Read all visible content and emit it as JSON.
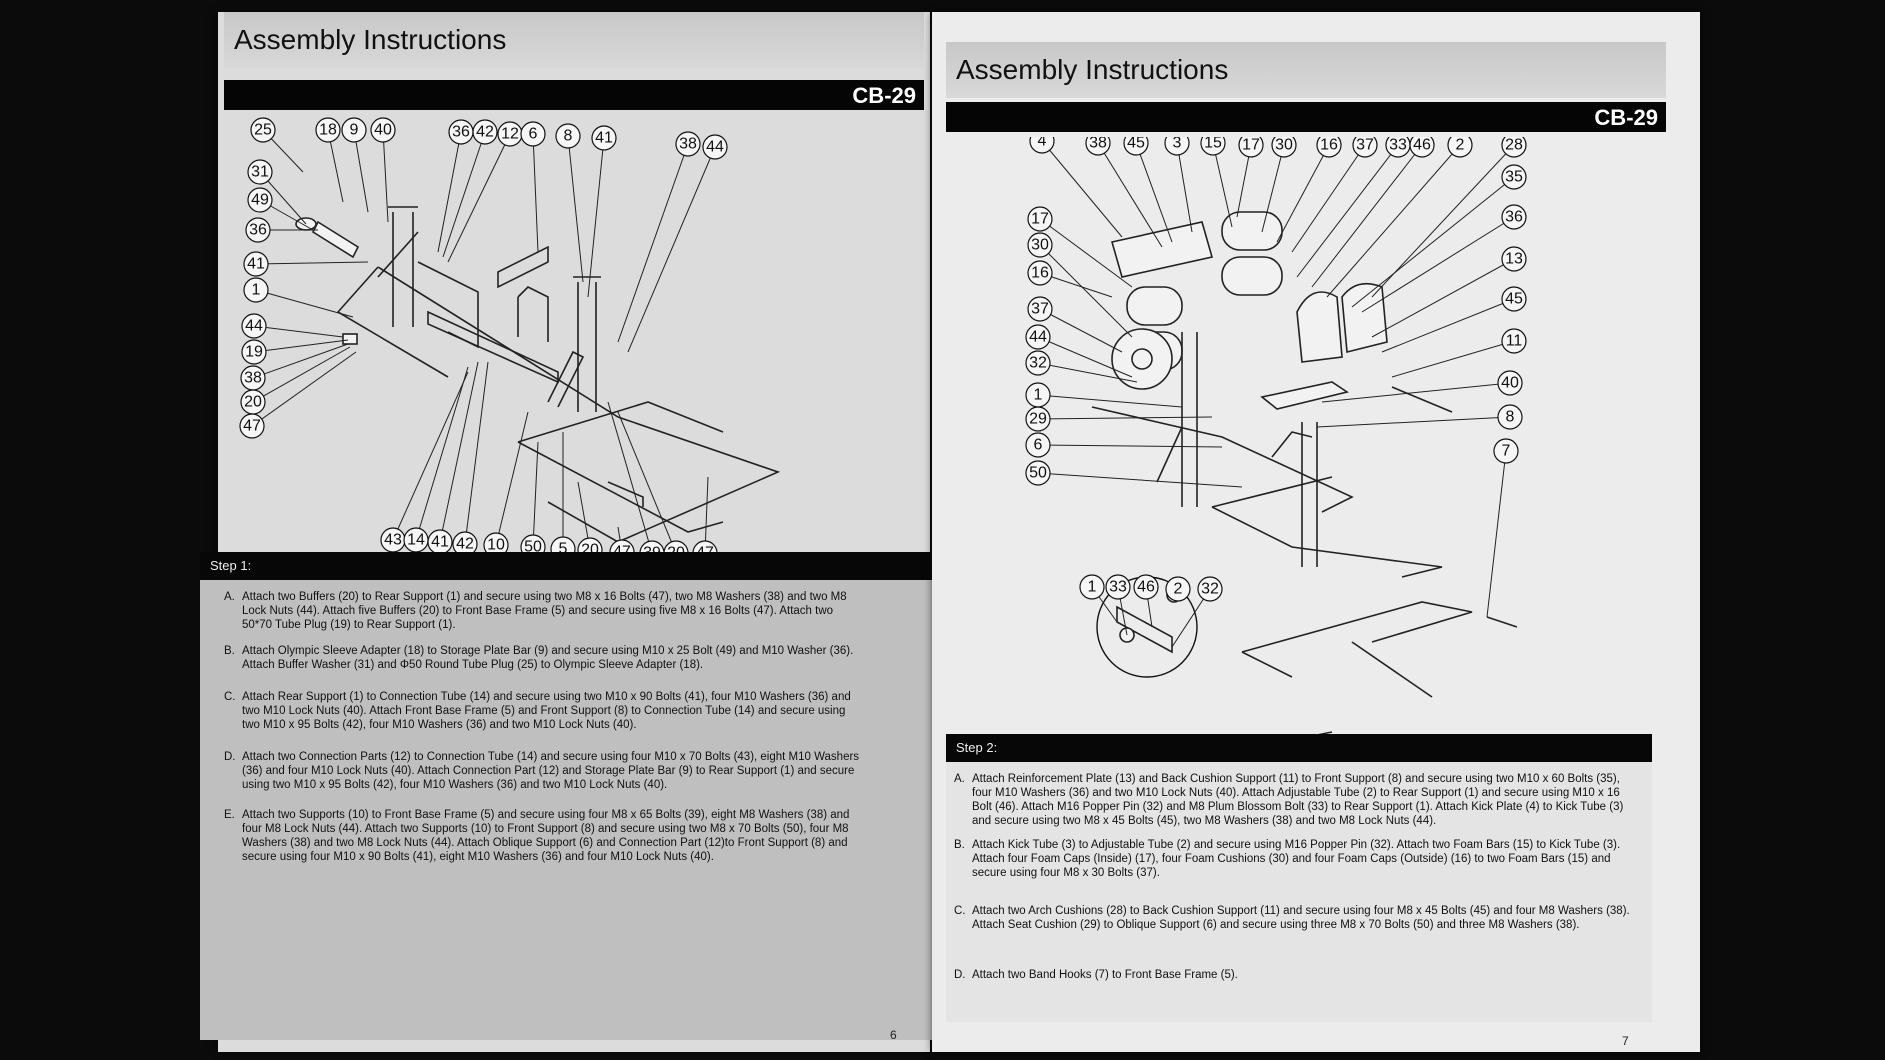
{
  "manual": {
    "section_title": "Assembly Instructions",
    "model": "CB-29"
  },
  "left_page": {
    "callouts_top": [
      "25",
      "18",
      "9",
      "40",
      "36",
      "42",
      "12",
      "6",
      "8",
      "41",
      "38",
      "44"
    ],
    "callouts_left": [
      "31",
      "49",
      "36",
      "41",
      "1",
      "44",
      "19",
      "38",
      "20",
      "47"
    ],
    "callouts_bottom": [
      "43",
      "14",
      "41",
      "42",
      "10",
      "50",
      "5",
      "20",
      "47",
      "39",
      "20",
      "47"
    ],
    "step_title": "Step 1:",
    "instructions": [
      {
        "key": "A.",
        "text": "Attach two Buffers (20) to Rear Support (1) and secure using two M8 x 16 Bolts (47), two M8 Washers (38) and two M8 Lock Nuts (44). Attach five Buffers (20) to Front Base Frame (5) and secure using five M8 x 16 Bolts (47). Attach two 50*70 Tube Plug (19) to Rear Support (1)."
      },
      {
        "key": "B.",
        "text": "Attach Olympic Sleeve Adapter (18) to Storage Plate Bar (9) and secure using M10 x 25 Bolt (49) and  M10 Washer (36). Attach Buffer Washer (31) and Φ50 Round Tube Plug (25) to Olympic Sleeve Adapter (18)."
      },
      {
        "key": "C.",
        "text": "Attach Rear Support (1) to Connection Tube (14) and secure using two M10 x 90 Bolts (41), four M10 Washers (36) and two M10 Lock Nuts (40). Attach Front Base Frame (5) and Front Support (8) to Connection Tube (14) and secure using two M10 x 95 Bolts (42), four M10 Washers (36) and  two M10 Lock Nuts (40)."
      },
      {
        "key": "D.",
        "text": "Attach two Connection Parts (12) to Connection Tube (14) and secure using four M10 x 70 Bolts (43), eight M10 Washers (36) and four M10 Lock Nuts (40). Attach Connection Part (12) and Storage Plate Bar (9) to Rear Support (1) and secure using two M10 x 95 Bolts (42), four M10 Washers (36) and two M10 Lock Nuts (40)."
      },
      {
        "key": "E.",
        "text": "Attach two Supports (10) to Front Base Frame (5) and secure using four M8 x 65 Bolts (39), eight M8 Washers (38) and four M8 Lock Nuts (44). Attach two Supports (10) to Front Support (8) and secure using two M8 x 70 Bolts (50), four M8 Washers (38) and two M8 Lock Nuts (44). Attach Oblique Support (6) and Connection Part (12)to Front Support (8) and secure using four M10 x 90 Bolts (41), eight M10 Washers (36) and four M10 Lock Nuts (40)."
      }
    ],
    "page_number": "6"
  },
  "right_page": {
    "callouts_top": [
      "4",
      "38",
      "45",
      "3",
      "15",
      "17",
      "30",
      "16",
      "37",
      "33",
      "46",
      "2",
      "28"
    ],
    "callouts_left": [
      "17",
      "30",
      "16",
      "37",
      "44",
      "32",
      "1",
      "29",
      "6",
      "50"
    ],
    "callouts_right": [
      "35",
      "36",
      "13",
      "45",
      "11",
      "40",
      "8",
      "7"
    ],
    "callouts_bottom": [
      "1",
      "33",
      "46",
      "2",
      "32"
    ],
    "step_title": "Step 2:",
    "instructions": [
      {
        "key": "A.",
        "text": "Attach Reinforcement Plate (13) and Back Cushion Support (11) to Front Support (8) and secure using two M10 x 60 Bolts (35), four M10 Washers (36) and two M10 Lock Nuts (40). Attach Adjustable Tube (2) to Rear Support (1) and secure using M10 x 16 Bolt (46). Attach M16 Popper Pin (32) and M8 Plum Blossom Bolt (33) to Rear Support (1). Attach Kick Plate (4) to Kick Tube (3) and secure using two M8 x 45 Bolts (45), two M8 Washers (38) and two M8 Lock Nuts (44)."
      },
      {
        "key": "B.",
        "text": "Attach Kick Tube (3) to Adjustable Tube (2) and secure using M16 Popper Pin (32). Attach two Foam Bars (15) to Kick Tube (3). Attach four Foam Caps (Inside) (17), four Foam Cushions (30) and four Foam Caps (Outside) (16) to two Foam Bars (15) and secure using four M8 x 30 Bolts (37)."
      },
      {
        "key": "C.",
        "text": "Attach two Arch Cushions (28) to Back Cushion Support (11) and secure using four M8 x 45 Bolts (45) and four M8 Washers (38). Attach Seat Cushion (29) to Oblique Support (6) and secure using three M8 x 70 Bolts (50) and three M8 Washers (38)."
      },
      {
        "key": "D.",
        "text": "Attach two Band Hooks (7) to Front Base Frame (5)."
      }
    ],
    "page_number": "7"
  }
}
